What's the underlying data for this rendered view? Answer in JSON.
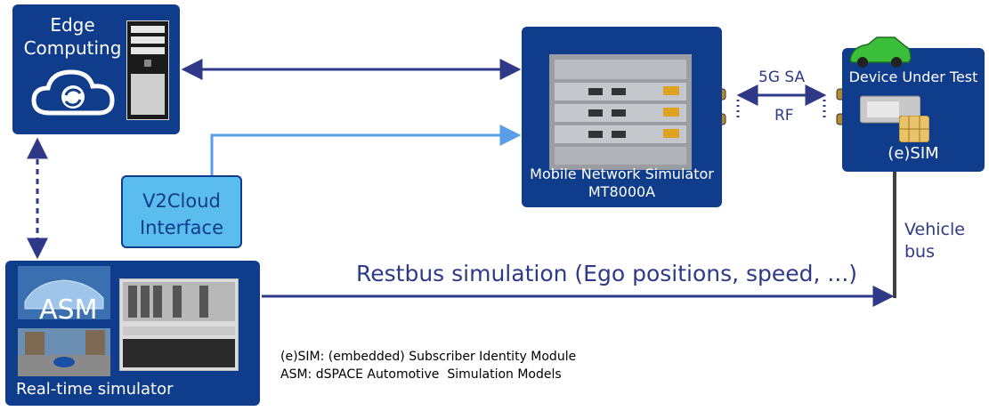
{
  "edge_computing": {
    "line1": "Edge",
    "line2": "Computing"
  },
  "mobile_network_simulator": {
    "line1": "Mobile Network Simulator",
    "line2": "MT8000A"
  },
  "device_under_test": {
    "label": "Device Under Test",
    "esim": "(e)SIM"
  },
  "v2cloud_interface": {
    "line1": "V2Cloud",
    "line2": "Interface"
  },
  "realtime_simulator": {
    "label": "Real-time simulator",
    "asm": "ASM"
  },
  "link_labels": {
    "fiveg": "5G SA",
    "rf": "RF",
    "vehicle_bus_line1": "Vehicle",
    "vehicle_bus_line2": "bus"
  },
  "restbus": "Restbus simulation (Ego positions, speed, ...)",
  "glossary": {
    "esim": "(e)SIM: (embedded) Subscriber Identity Module",
    "asm": "ASM: dSPACE Automotive  Simulation Models"
  },
  "colors": {
    "box": "#103c8c",
    "arrow": "#2e3a87",
    "v2cloud_fill": "#5bbcee",
    "light_link": "#5b9ee8",
    "vehicle_bus": "#404040"
  },
  "icons": [
    "cloud-sync-icon",
    "server-tower-icon",
    "car-icon",
    "ecu-icon",
    "sim-card-icon",
    "rf-connector-icon"
  ]
}
